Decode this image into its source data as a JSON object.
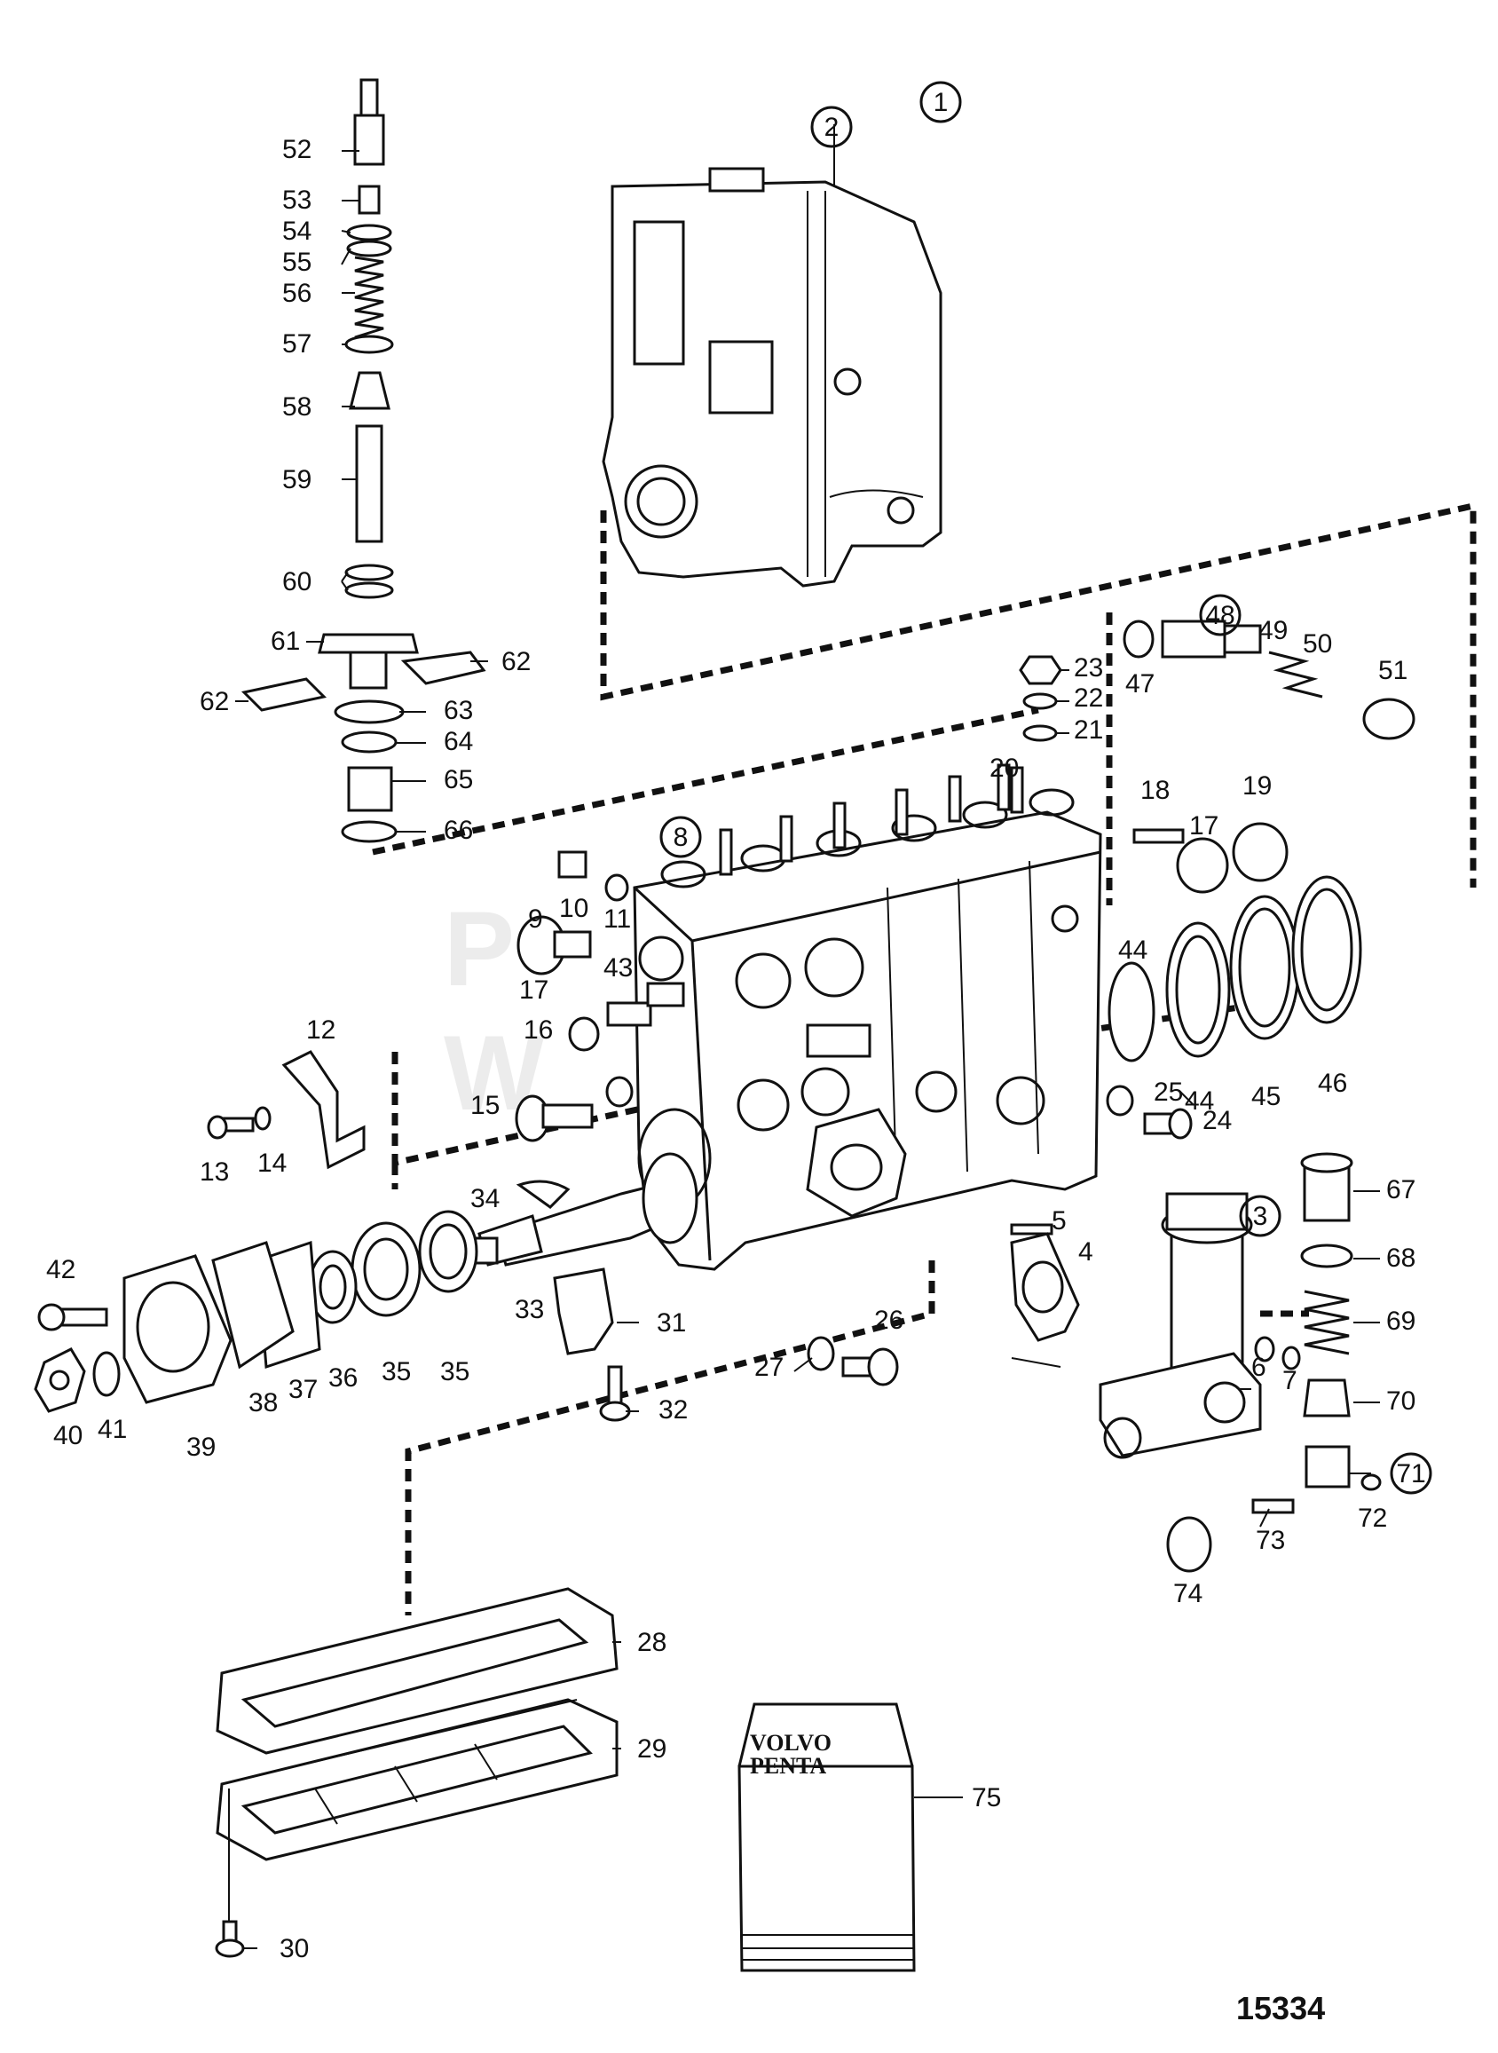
{
  "figure_number": "15334",
  "manual_book": {
    "brand_line1": "VOLVO",
    "brand_line2": "PENTA"
  },
  "labels": [
    {
      "id": "1",
      "circled": true
    },
    {
      "id": "2",
      "circled": true
    },
    {
      "id": "3",
      "circled": true
    },
    {
      "id": "4"
    },
    {
      "id": "5"
    },
    {
      "id": "6"
    },
    {
      "id": "7"
    },
    {
      "id": "8",
      "circled": true
    },
    {
      "id": "9"
    },
    {
      "id": "10"
    },
    {
      "id": "11"
    },
    {
      "id": "12"
    },
    {
      "id": "13"
    },
    {
      "id": "14"
    },
    {
      "id": "15"
    },
    {
      "id": "16"
    },
    {
      "id": "17",
      "key": "17a"
    },
    {
      "id": "17",
      "key": "17b"
    },
    {
      "id": "18"
    },
    {
      "id": "19"
    },
    {
      "id": "20"
    },
    {
      "id": "21"
    },
    {
      "id": "22"
    },
    {
      "id": "23"
    },
    {
      "id": "24"
    },
    {
      "id": "25"
    },
    {
      "id": "26"
    },
    {
      "id": "27"
    },
    {
      "id": "28"
    },
    {
      "id": "29"
    },
    {
      "id": "30"
    },
    {
      "id": "31"
    },
    {
      "id": "32"
    },
    {
      "id": "33"
    },
    {
      "id": "34"
    },
    {
      "id": "35",
      "key": "35a"
    },
    {
      "id": "35",
      "key": "35b"
    },
    {
      "id": "36"
    },
    {
      "id": "37"
    },
    {
      "id": "38"
    },
    {
      "id": "39"
    },
    {
      "id": "40"
    },
    {
      "id": "41"
    },
    {
      "id": "42"
    },
    {
      "id": "43"
    },
    {
      "id": "44",
      "key": "44a"
    },
    {
      "id": "44",
      "key": "44b"
    },
    {
      "id": "45"
    },
    {
      "id": "46"
    },
    {
      "id": "47"
    },
    {
      "id": "48",
      "circled": true
    },
    {
      "id": "49"
    },
    {
      "id": "50"
    },
    {
      "id": "51"
    },
    {
      "id": "52"
    },
    {
      "id": "53"
    },
    {
      "id": "54"
    },
    {
      "id": "55"
    },
    {
      "id": "56"
    },
    {
      "id": "57"
    },
    {
      "id": "58"
    },
    {
      "id": "59"
    },
    {
      "id": "60"
    },
    {
      "id": "61"
    },
    {
      "id": "62",
      "key": "62a"
    },
    {
      "id": "62",
      "key": "62b"
    },
    {
      "id": "63"
    },
    {
      "id": "64"
    },
    {
      "id": "65"
    },
    {
      "id": "66"
    },
    {
      "id": "67"
    },
    {
      "id": "68"
    },
    {
      "id": "69"
    },
    {
      "id": "70"
    },
    {
      "id": "71",
      "circled": true
    },
    {
      "id": "72"
    },
    {
      "id": "73"
    },
    {
      "id": "74"
    },
    {
      "id": "75"
    }
  ]
}
